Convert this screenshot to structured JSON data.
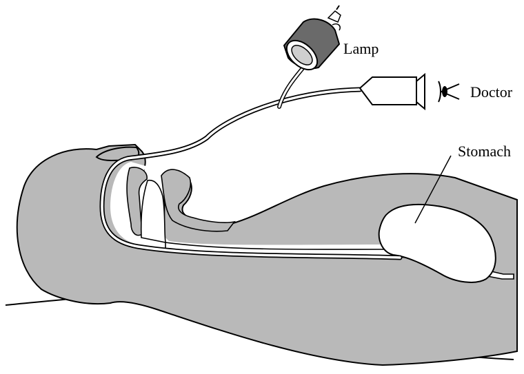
{
  "labels": {
    "lamp": "Lamp",
    "doctor": "Doctor",
    "stomach": "Stomach"
  },
  "colors": {
    "body_fill": "#b9b9b9",
    "stroke": "#000000",
    "background": "#ffffff"
  }
}
